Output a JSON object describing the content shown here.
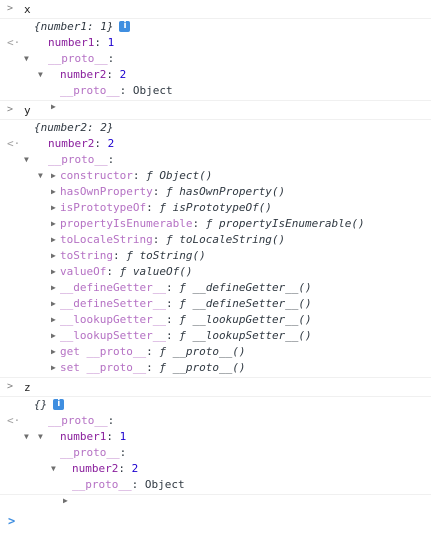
{
  "console": {
    "colors": {
      "key": "#8a1f9d",
      "number": "#1c00cf",
      "info_badge": "#3f8ee0",
      "prompt": "#3f8ee0"
    },
    "prompt_icon": "chevron-right-icon",
    "entries": [
      {
        "command": "x",
        "result": {
          "preview": "{number1: 1}",
          "info_badge": "i",
          "props": [
            {
              "key": "number1",
              "value": "1"
            }
          ],
          "proto_label": "__proto__",
          "proto_props": [
            {
              "key": "number2",
              "value": "2"
            }
          ],
          "proto_proto": {
            "key": "__proto__",
            "value": "Object"
          }
        }
      },
      {
        "command": "y",
        "result": {
          "preview": "{number2: 2}",
          "props": [
            {
              "key": "number2",
              "value": "2"
            }
          ],
          "proto_label": "__proto__",
          "proto_members": [
            {
              "key": "constructor",
              "f": "ƒ",
              "name": "Object()"
            },
            {
              "key": "hasOwnProperty",
              "f": "ƒ",
              "name": "hasOwnProperty()"
            },
            {
              "key": "isPrototypeOf",
              "f": "ƒ",
              "name": "isPrototypeOf()"
            },
            {
              "key": "propertyIsEnumerable",
              "f": "ƒ",
              "name": "propertyIsEnumerable()"
            },
            {
              "key": "toLocaleString",
              "f": "ƒ",
              "name": "toLocaleString()"
            },
            {
              "key": "toString",
              "f": "ƒ",
              "name": "toString()"
            },
            {
              "key": "valueOf",
              "f": "ƒ",
              "name": "valueOf()"
            },
            {
              "key": "__defineGetter__",
              "f": "ƒ",
              "name": "__defineGetter__()"
            },
            {
              "key": "__defineSetter__",
              "f": "ƒ",
              "name": "__defineSetter__()"
            },
            {
              "key": "__lookupGetter__",
              "f": "ƒ",
              "name": "__lookupGetter__()"
            },
            {
              "key": "__lookupSetter__",
              "f": "ƒ",
              "name": "__lookupSetter__()"
            },
            {
              "key": "get __proto__",
              "f": "ƒ",
              "name": "__proto__()"
            },
            {
              "key": "set __proto__",
              "f": "ƒ",
              "name": "__proto__()"
            }
          ]
        }
      },
      {
        "command": "z",
        "result": {
          "preview": "{}",
          "info_badge": "i",
          "proto_label": "__proto__",
          "proto_props": [
            {
              "key": "number1",
              "value": "1"
            }
          ],
          "proto2_label": "__proto__",
          "proto2_props": [
            {
              "key": "number2",
              "value": "2"
            }
          ],
          "proto3": {
            "key": "__proto__",
            "value": "Object"
          }
        }
      }
    ]
  }
}
